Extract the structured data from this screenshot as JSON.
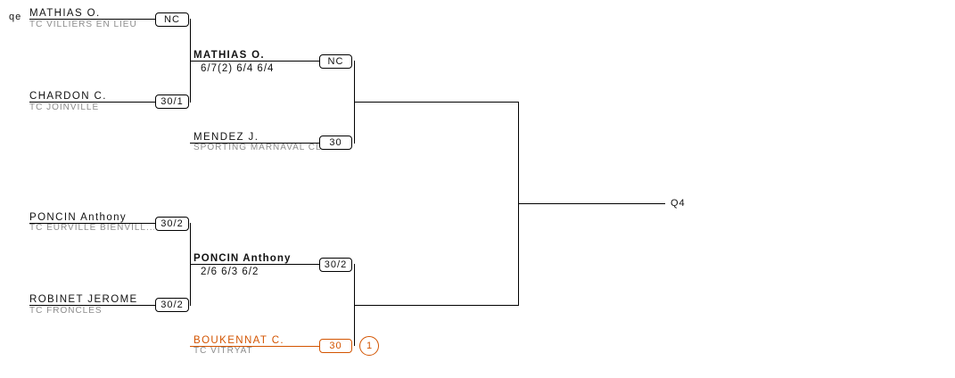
{
  "seed_label": "qe",
  "round1": [
    {
      "name": "MATHIAS O.",
      "club": "TC VILLIERS EN LIEU",
      "rank": "NC"
    },
    {
      "name": "CHARDON C.",
      "club": "TC JOINVILLE",
      "rank": "30/1"
    },
    {
      "name": "PONCIN Anthony",
      "club": "TC EURVILLE BIENVILL...",
      "rank": "30/2"
    },
    {
      "name": "ROBINET JEROME",
      "club": "TC FRONCLES",
      "rank": "30/2"
    }
  ],
  "round2": [
    {
      "name": "MATHIAS O.",
      "score": "6/7(2) 6/4 6/4",
      "rank": "NC"
    },
    {
      "name": "MENDEZ J.",
      "club": "SPORTING MARNAVAL CL...",
      "rank": "30"
    },
    {
      "name": "PONCIN Anthony",
      "score": "2/6 6/3 6/2",
      "rank": "30/2"
    },
    {
      "name": "BOUKENNAT C.",
      "club": "TC VITRYAT",
      "rank": "30",
      "badge": "1",
      "highlight_color": "#d35400"
    }
  ],
  "final_label": "Q4"
}
